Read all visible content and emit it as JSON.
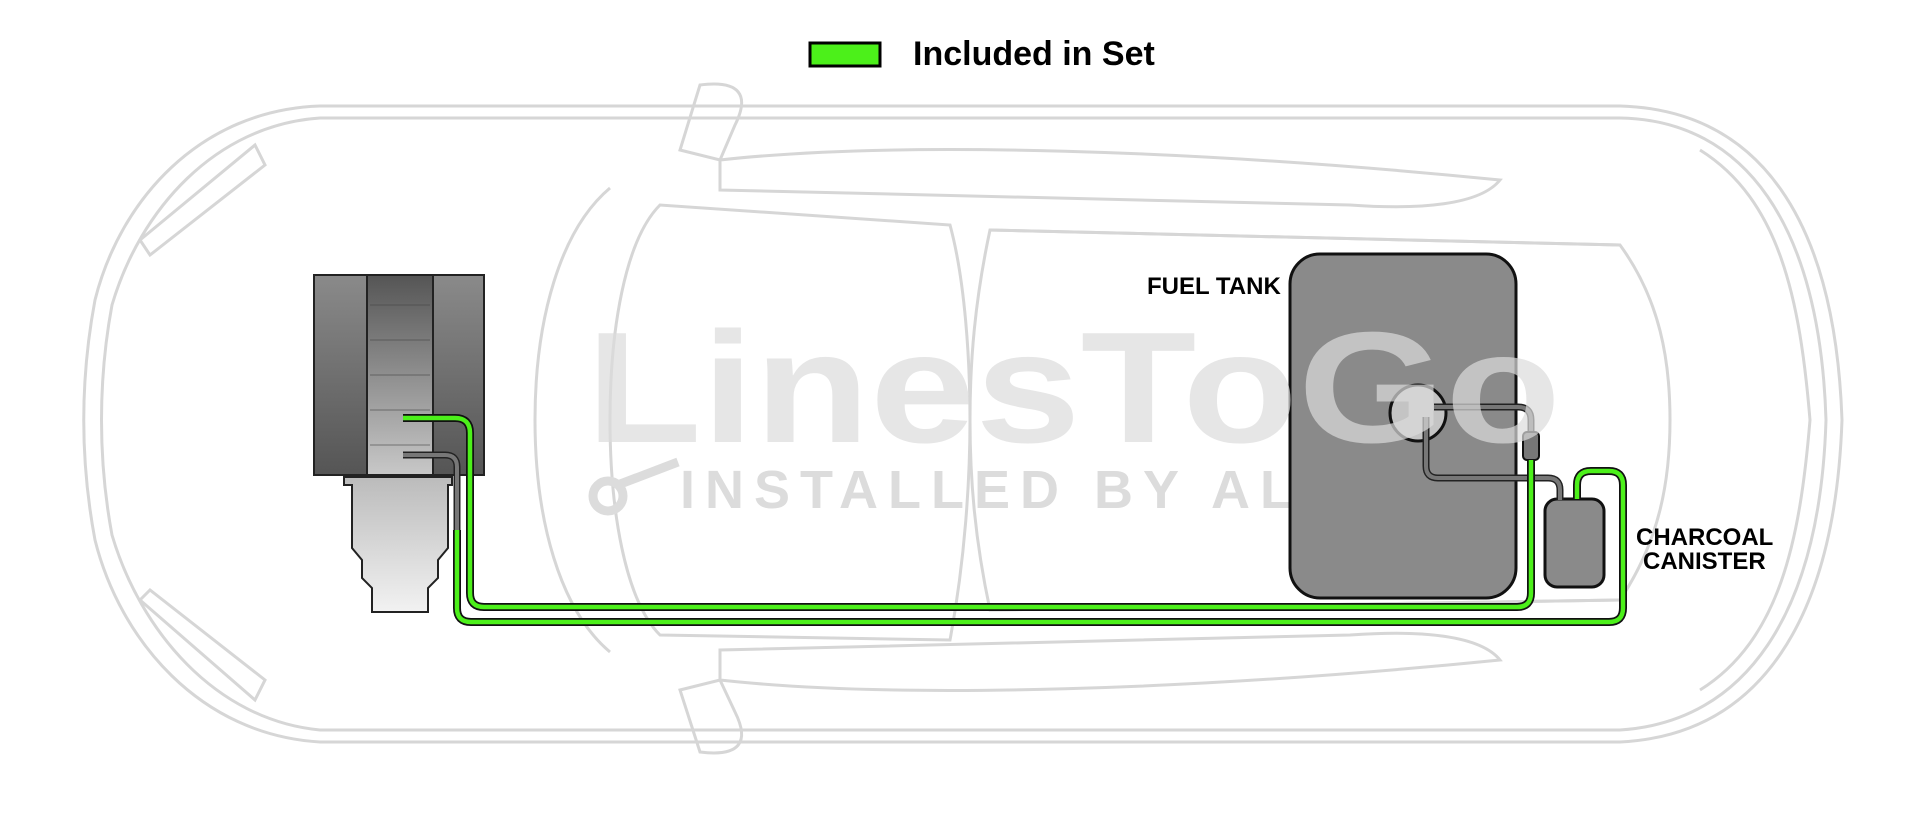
{
  "legend": {
    "label": "Included in Set",
    "swatch_color": "#4cf01a"
  },
  "watermark": {
    "brand": "LinesToGo",
    "tagline": "INSTALLED BY AL"
  },
  "components": {
    "fuel_tank_label": "FUEL TANK",
    "canister_label_line1": "CHARCOAL",
    "canister_label_line2": "CANISTER"
  },
  "colors": {
    "included_line": "#4cf01a",
    "not_included_line": "#777777",
    "car_outline": "#d6d6d6",
    "tank_fill": "#8a8a8a",
    "watermark": "#dcdcdc"
  }
}
